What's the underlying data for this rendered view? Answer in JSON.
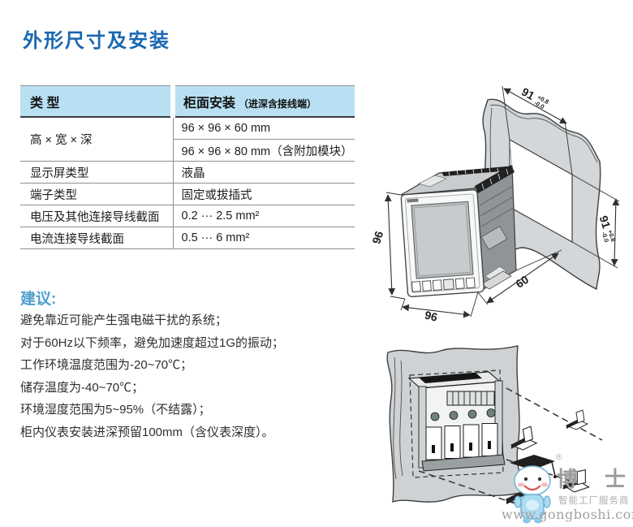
{
  "page": {
    "title": "外形尺寸及安装"
  },
  "spec_table": {
    "headers": {
      "type": "类  型",
      "mount": "柜面安装",
      "mount_note": "（进深含接线端）"
    },
    "rows": [
      {
        "label": "高 × 宽 × 深",
        "value": "96 × 96 × 60 mm"
      },
      {
        "label": "",
        "value": "96 × 96 × 80 mm（含附加模块）"
      },
      {
        "label": "显示屏类型",
        "value": "液晶"
      },
      {
        "label": "端子类型",
        "value": "固定或拔插式"
      },
      {
        "label": "电压及其他连接导线截面",
        "value": "0.2 ··· 2.5 mm²"
      },
      {
        "label": "电流连接导线截面",
        "value": "0.5 ··· 6 mm²"
      }
    ]
  },
  "recommendations": {
    "heading": "建议:",
    "items": [
      "避免靠近可能产生强电磁干扰的系统；",
      "对于60Hz以下频率，避免加速度超过1G的振动；",
      "工作环境温度范围为-20~70℃；",
      "储存温度为-40~70℃；",
      "环境湿度范围为5~95%（不结露）；",
      "柜内仪表安装进深预留100mm（含仪表深度）。"
    ]
  },
  "diagrams": {
    "panel_cutout": {
      "width_value": "91",
      "width_tol_plus": "+0.8",
      "width_tol_minus": "-0.0",
      "height_value": "91",
      "height_tol_plus": "+0.8",
      "height_tol_minus": "-0.0"
    },
    "meter": {
      "height": "96",
      "width": "96",
      "depth": "60"
    }
  },
  "watermark": {
    "brand": "博 士",
    "registered": "®",
    "tagline": "智能工厂服务商",
    "url": "www.gongboshi.com"
  },
  "colors": {
    "accent_blue": "#1a68b2",
    "section_heading_blue": "#4e9fd0",
    "table_header_bg": "#b9e0f2"
  }
}
